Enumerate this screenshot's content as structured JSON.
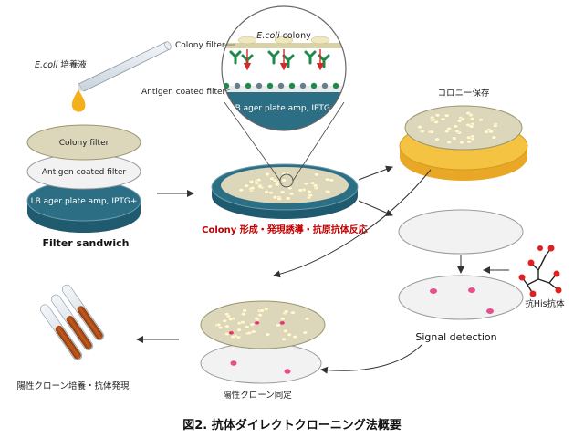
{
  "figure": {
    "caption": "図2. 抗体ダイレクトクローニング法概要",
    "colors": {
      "teal": "#2c6f85",
      "teal_dark": "#1f5a6e",
      "beige": "#dcd7ba",
      "orange": "#f5c342",
      "yellow_drop": "#f4b01b",
      "pink": "#e8307a",
      "red_antibody": "#e02020",
      "green_antibody": "#1e8a4a"
    }
  },
  "labels": {
    "ecoli_culture_em": "E.coli",
    "ecoli_culture_rest": " 培養液",
    "colony_filter": "Colony filter",
    "antigen_coated_filter": "Antigen  coated filter",
    "lb_plate": "LB ager plate amp, IPTG+",
    "filter_sandwich": "Filter sandwich",
    "zoom_colony_filter": "Colony filter",
    "zoom_ecoli_em": "E.coli",
    "zoom_ecoli_rest": " colony",
    "zoom_antigen_filter": "Antigen coated filter",
    "zoom_lb_plate": "LB ager plate amp, IPTG+",
    "process_red": "Colony 形成・発現誘導・抗原抗体反応",
    "colony_storage": "コロニー保存",
    "anti_his": "抗His抗体",
    "signal_detection": "Signal detection",
    "positive_clone_id": "陽性クローン同定",
    "positive_clone_culture": "陽性クローン培養・抗体発現"
  }
}
